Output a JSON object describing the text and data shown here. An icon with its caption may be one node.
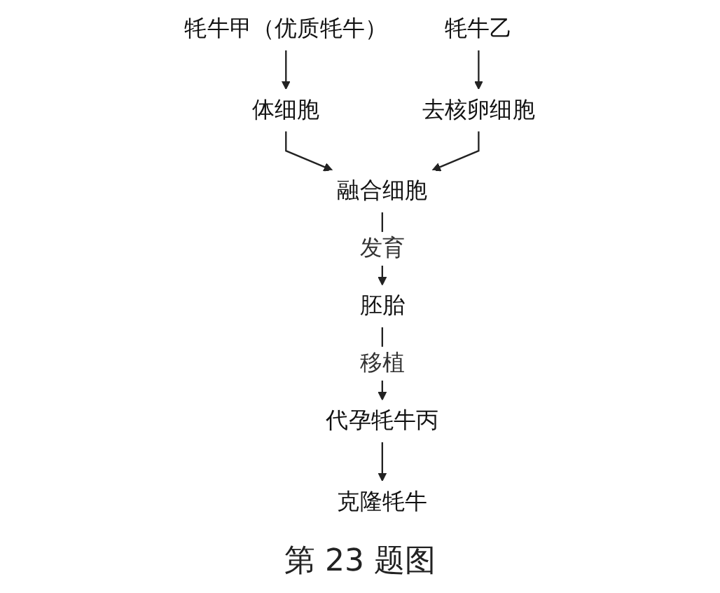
{
  "diagram": {
    "caption": "第 23 题图",
    "nodes": [
      {
        "text": [
          "牦牛甲（优质牦牛）"
        ]
      },
      {
        "text": [
          "牦牛乙"
        ]
      },
      {
        "text": [
          "体细胞"
        ]
      },
      {
        "text": [
          "去核卵细胞"
        ]
      },
      {
        "text": [
          "融合细胞"
        ]
      },
      {
        "text": [
          "胚胎"
        ]
      },
      {
        "text": [
          "代孕牦牛丙"
        ]
      },
      {
        "text": [
          "克隆牦牛"
        ]
      }
    ],
    "edges": [
      {
        "from": 0,
        "to": 2,
        "arrow": "to"
      },
      {
        "from": 1,
        "to": 3,
        "arrow": "to"
      },
      {
        "from": 2,
        "to": 4,
        "arrow": "to"
      },
      {
        "from": 3,
        "to": 4,
        "arrow": "to"
      },
      {
        "from": 4,
        "to": 5,
        "arrow": "to",
        "label": "发育"
      },
      {
        "from": 5,
        "to": 6,
        "arrow": "to",
        "label": "移植"
      },
      {
        "from": 6,
        "to": 7,
        "arrow": "to"
      }
    ]
  }
}
